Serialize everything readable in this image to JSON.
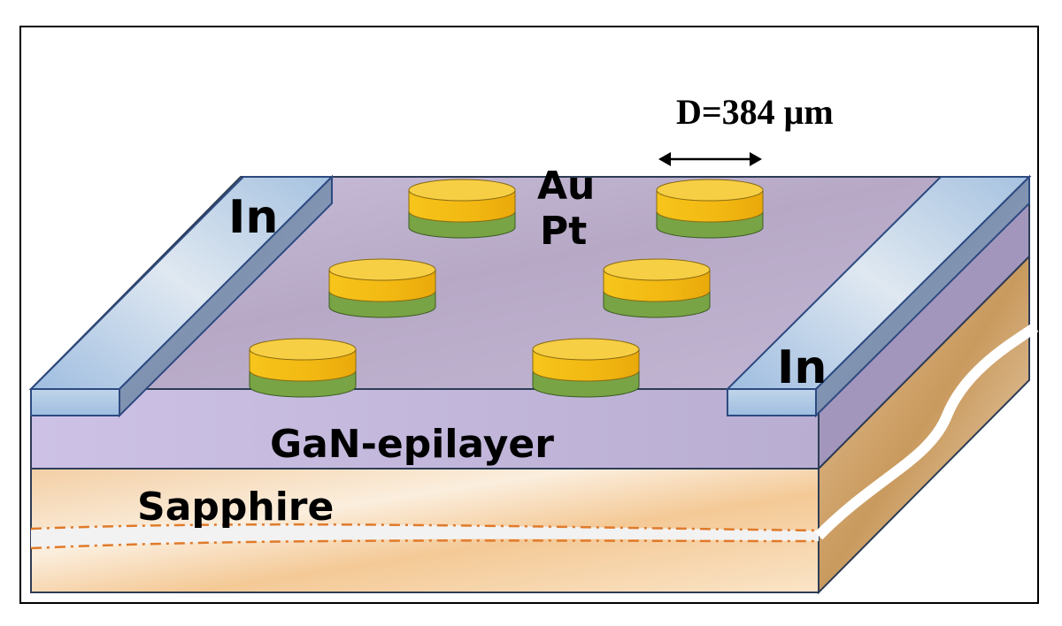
{
  "labels": {
    "in_left": "In",
    "in_right": "In",
    "au": "Au",
    "pt": "Pt",
    "dimension": "D=384 μm",
    "epilayer": "GaN-epilayer",
    "substrate": "Sapphire"
  },
  "colors": {
    "gan_top": "#c4b9d8",
    "gan_front": "#c8bee0",
    "gan_side": "#a79bbf",
    "sapphire": "#f7d9b0",
    "indium": "#a8c4e0",
    "gold": "#f3c016",
    "platinum": "#78a445",
    "break_line": "#e07a2a"
  },
  "contacts": {
    "count": 6,
    "top_layer": "Au",
    "bottom_layer": "Pt"
  }
}
